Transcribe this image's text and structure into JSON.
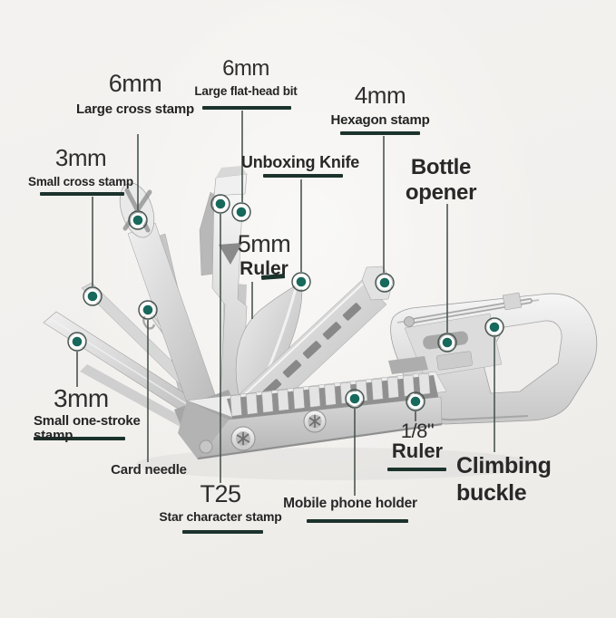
{
  "colors": {
    "background": "#F2F0ED",
    "text": "#282828",
    "underline": "#1B332C",
    "leader_line": "#49564F",
    "dot_fill": "#17695B",
    "metal_light": "#F5F5F5",
    "metal_dark": "#9C9C9C"
  },
  "labels": {
    "large_cross": {
      "size": "6mm",
      "name": "Large cross stamp"
    },
    "flat_head": {
      "size": "6mm",
      "name": "Large flat-head bit"
    },
    "hexagon": {
      "size": "4mm",
      "name": "Hexagon stamp"
    },
    "small_cross": {
      "size": "3mm",
      "name": "Small cross stamp"
    },
    "unboxing_knife": {
      "name": "Unboxing Knife"
    },
    "bottle_opener": {
      "line1": "Bottle",
      "line2": "opener"
    },
    "ruler_5mm": {
      "size": "5mm",
      "name": "Ruler"
    },
    "one_stroke": {
      "size": "3mm",
      "name_line1": "Small one-stroke",
      "name_line2": "stamp"
    },
    "card_needle": {
      "name": "Card needle"
    },
    "t25": {
      "size": "T25",
      "name": "Star character stamp"
    },
    "mobile_holder": {
      "name": "Mobile phone holder"
    },
    "ruler_18": {
      "size": "1/8\"",
      "name": "Ruler"
    },
    "climbing_buckle": {
      "line1": "Climbing",
      "line2": "buckle"
    }
  }
}
